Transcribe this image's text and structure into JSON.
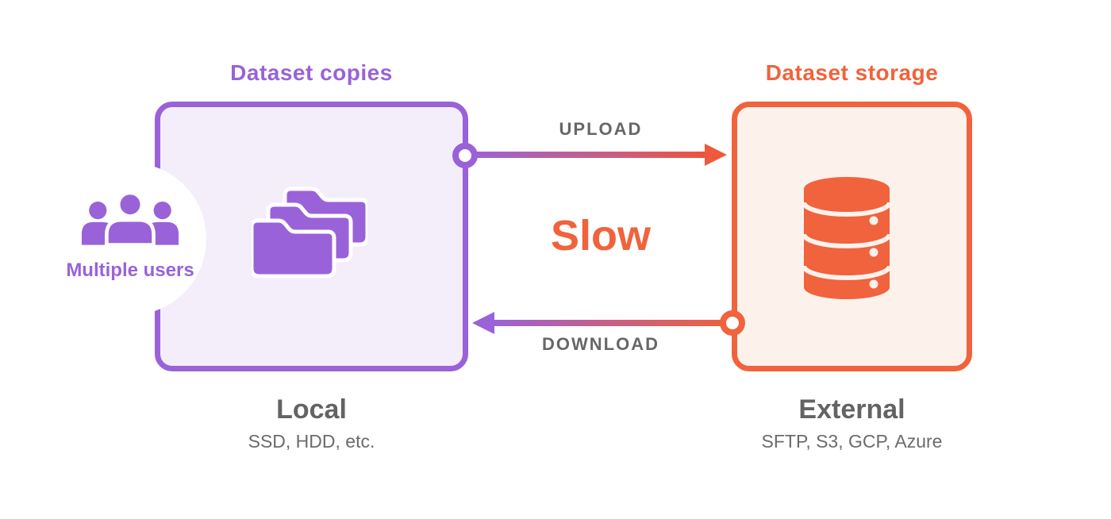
{
  "diagram": {
    "left": {
      "heading": "Dataset copies",
      "users_label": "Multiple users",
      "title": "Local",
      "subtitle": "SSD, HDD, etc."
    },
    "right": {
      "heading": "Dataset storage",
      "title": "External",
      "subtitle": "SFTP, S3, GCP, Azure"
    },
    "transfer": {
      "upload_label": "UPLOAD",
      "download_label": "DOWNLOAD",
      "speed_label": "Slow"
    },
    "icons": {
      "left_box_icon": "folders-icon",
      "left_outside_icon": "multiple-users-icon",
      "right_box_icon": "database-icon"
    },
    "colors": {
      "purple": "#9a62d8",
      "purple_light_fill": "#f4eefb",
      "orange": "#f0633c",
      "orange_light_fill": "#fdf1ec",
      "gray_text": "#676767",
      "title_gray": "#636363",
      "arrow_gradient_start": "#9a62d8",
      "arrow_gradient_end": "#ef523c",
      "background": "#ffffff"
    }
  }
}
